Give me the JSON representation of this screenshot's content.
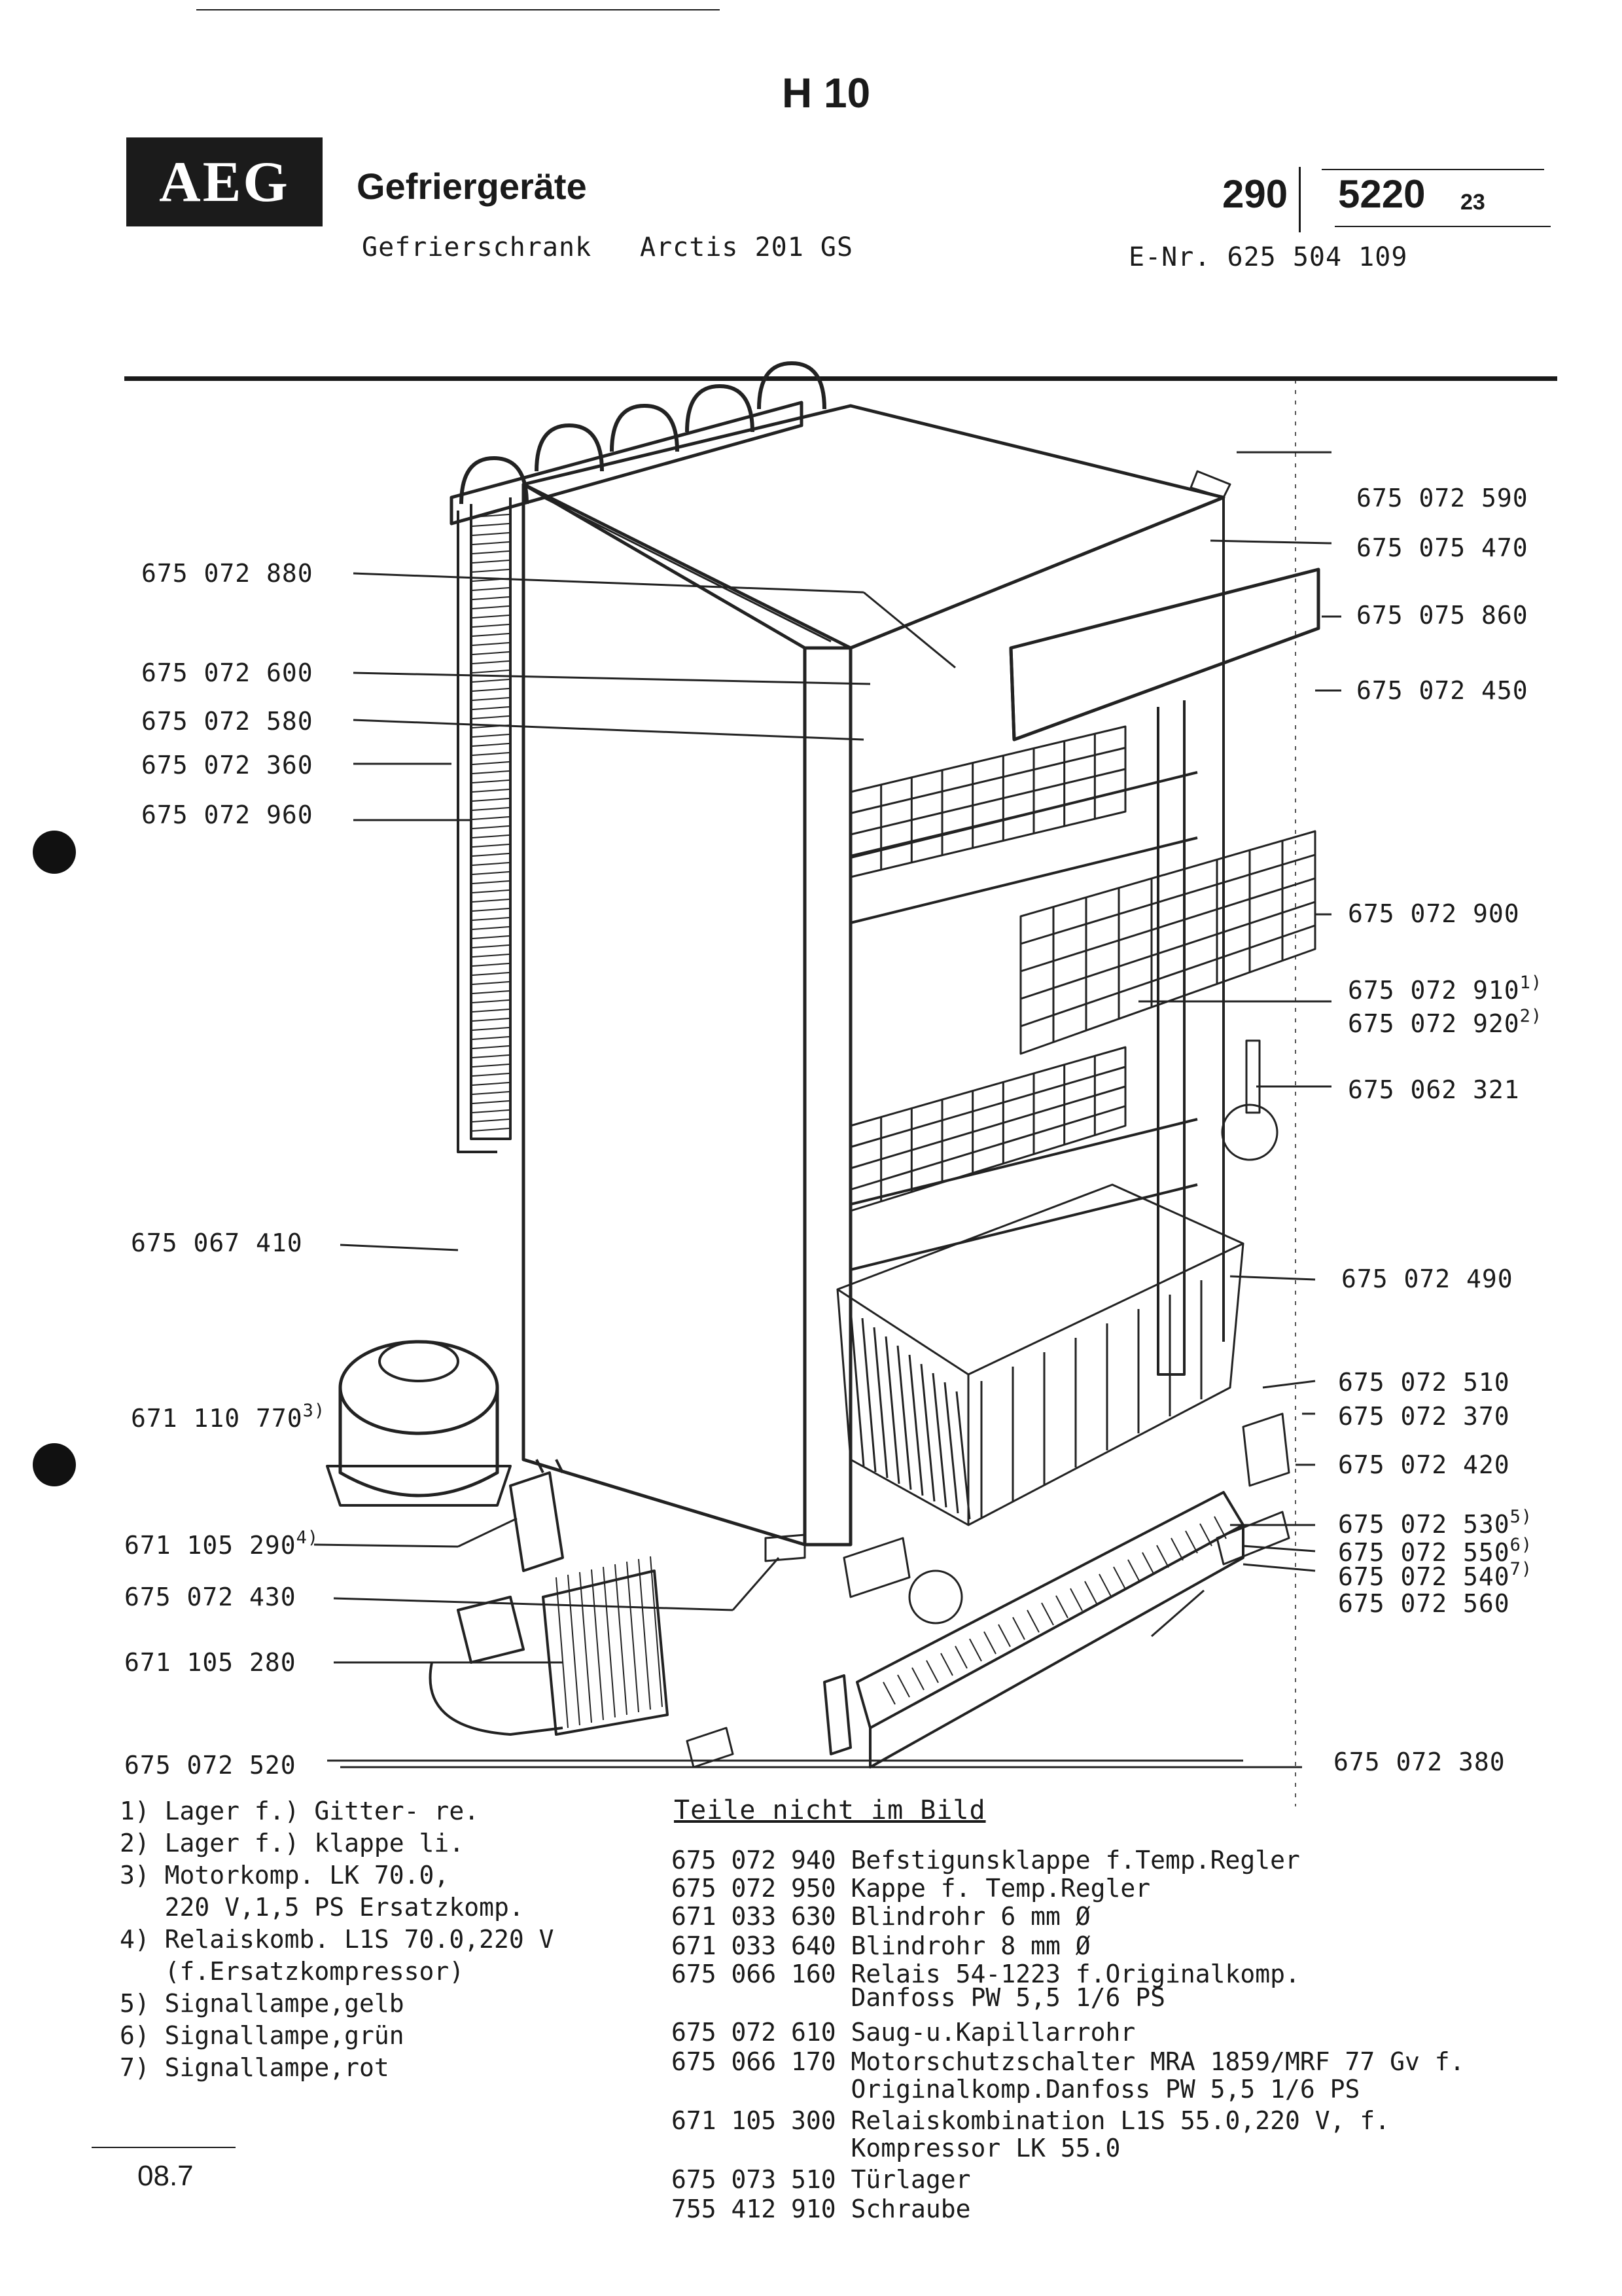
{
  "header": {
    "sheet_id": "H 10",
    "brand_logo": "AEG",
    "category": "Gefriergeräte",
    "product_type": "Gefrierschrank",
    "model": "Arctis  201 GS",
    "part_number_main": "290",
    "part_number_sub": "5220",
    "part_number_suffix": "23",
    "e_nr": "E-Nr. 625 504 109"
  },
  "labels_left": [
    {
      "num": "675 072 880",
      "sup": ""
    },
    {
      "num": "675 072 600",
      "sup": ""
    },
    {
      "num": "675 072 580",
      "sup": ""
    },
    {
      "num": "675 072 360",
      "sup": ""
    },
    {
      "num": "675 072 960",
      "sup": ""
    },
    {
      "num": "675 067 410",
      "sup": ""
    },
    {
      "num": "671 110 770",
      "sup": "3)"
    },
    {
      "num": "671 105 290",
      "sup": "4)"
    },
    {
      "num": "675 072 430",
      "sup": ""
    },
    {
      "num": "671 105 280",
      "sup": ""
    },
    {
      "num": "675 072 520",
      "sup": ""
    }
  ],
  "labels_right": [
    {
      "num": "675 072 590",
      "sup": ""
    },
    {
      "num": "675 075 470",
      "sup": ""
    },
    {
      "num": "675 075 860",
      "sup": ""
    },
    {
      "num": "675 072 450",
      "sup": ""
    },
    {
      "num": "675 072 900",
      "sup": ""
    },
    {
      "num": "675 072 910",
      "sup": "1)"
    },
    {
      "num": "675 072 920",
      "sup": "2)"
    },
    {
      "num": "675 062 321",
      "sup": ""
    },
    {
      "num": "675 072 490",
      "sup": ""
    },
    {
      "num": "675 072 510",
      "sup": ""
    },
    {
      "num": "675 072 370",
      "sup": ""
    },
    {
      "num": "675 072 420",
      "sup": ""
    },
    {
      "num": "675 072 530",
      "sup": "5)"
    },
    {
      "num": "675 072 550",
      "sup": "6)"
    },
    {
      "num": "675 072 540",
      "sup": "7)"
    },
    {
      "num": "675 072 560",
      "sup": ""
    },
    {
      "num": "675 072 380",
      "sup": ""
    }
  ],
  "footnotes": [
    "1) Lager f.) Gitter- re.",
    "2) Lager f.) klappe li.",
    "3) Motorkomp. LK 70.0,",
    "   220 V,1,5 PS Ersatzkomp.",
    "4) Relaiskomb. L1S 70.0,220 V",
    "   (f.Ersatzkompressor)",
    "5) Signallampe,gelb",
    "6) Signallampe,grün",
    "7) Signallampe,rot"
  ],
  "not_in_picture": {
    "title": "Teile nicht im Bild",
    "rows": [
      "675 072 940 Befstigunsklappe f.Temp.Regler",
      "675 072 950 Kappe f. Temp.Regler",
      "671 033 630 Blindrohr 6 mm Ø",
      "671 033 640 Blindrohr 8 mm Ø",
      "675 066 160 Relais 54-1223 f.Originalkomp.",
      "            Danfoss PW 5,5 1/6 PS",
      "675 072 610 Saug-u.Kapillarrohr",
      "675 066 170 Motorschutzschalter MRA 1859/MRF 77 Gv f.",
      "            Originalkomp.Danfoss PW 5,5 1/6 PS",
      "671 105 300 Relaiskombination L1S 55.0,220 V, f.",
      "            Kompressor LK 55.0",
      "675 073 510 Türlager",
      "755 412 910 Schraube"
    ]
  },
  "footer": {
    "date_code": "08.7"
  }
}
